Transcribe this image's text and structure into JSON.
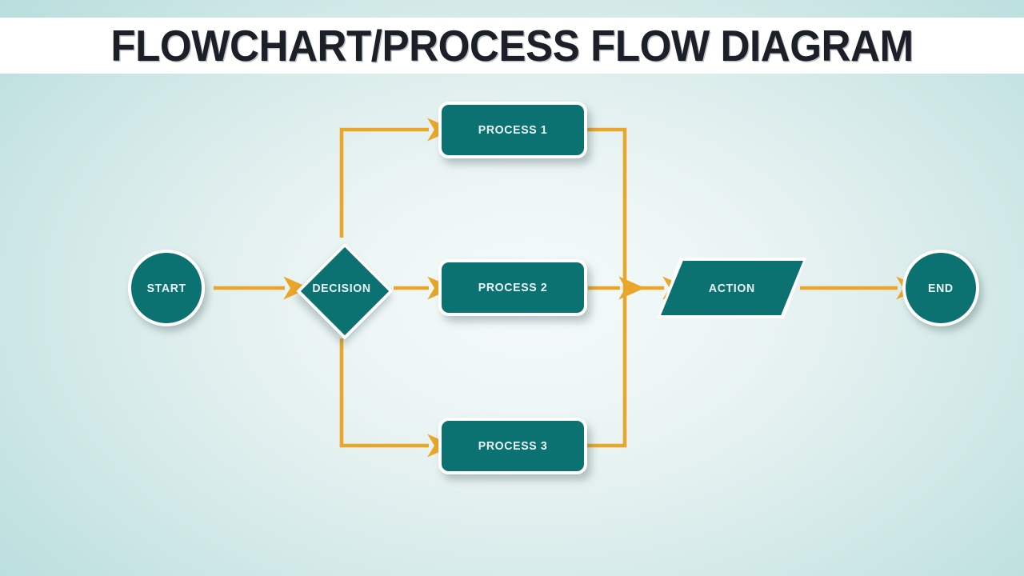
{
  "header": {
    "title": "FLOWCHART/PROCESS FLOW DIAGRAM"
  },
  "theme": {
    "shape_fill": "#0b7171",
    "shape_border": "#ffffff",
    "connector_color": "#eaa629",
    "label_color": "#eaf7f7",
    "title_color": "#1b1f28",
    "background_center": "#f4faf9",
    "background_edge": "#b3dcdb",
    "header_band": "#ffffff"
  },
  "diagram": {
    "nodes": [
      {
        "id": "start",
        "label": "START",
        "shape": "circle"
      },
      {
        "id": "decision",
        "label": "DECISION",
        "shape": "diamond"
      },
      {
        "id": "process1",
        "label": "PROCESS 1",
        "shape": "rounded-rectangle"
      },
      {
        "id": "process2",
        "label": "PROCESS 2",
        "shape": "rounded-rectangle"
      },
      {
        "id": "process3",
        "label": "PROCESS 3",
        "shape": "rounded-rectangle"
      },
      {
        "id": "action",
        "label": "ACTION",
        "shape": "parallelogram"
      },
      {
        "id": "end",
        "label": "END",
        "shape": "circle"
      }
    ],
    "edges": [
      {
        "from": "start",
        "to": "decision",
        "style": "straight-arrow"
      },
      {
        "from": "decision",
        "to": "process1",
        "style": "elbow-up-arrow"
      },
      {
        "from": "decision",
        "to": "process2",
        "style": "straight-arrow"
      },
      {
        "from": "decision",
        "to": "process3",
        "style": "elbow-down-arrow"
      },
      {
        "from": "process1",
        "to": "action",
        "style": "elbow-down-merge"
      },
      {
        "from": "process2",
        "to": "action",
        "style": "straight-arrow"
      },
      {
        "from": "process3",
        "to": "action",
        "style": "elbow-up-merge"
      },
      {
        "from": "action",
        "to": "end",
        "style": "straight-arrow"
      }
    ]
  }
}
